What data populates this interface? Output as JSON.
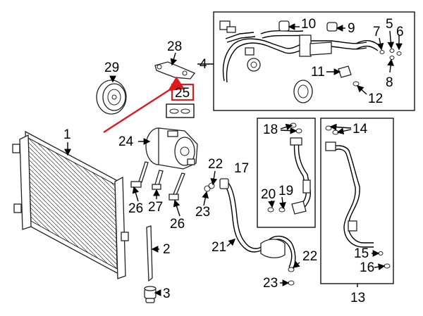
{
  "labels": {
    "l1": "1",
    "l2": "2",
    "l3": "3",
    "l4": "4",
    "l5": "5",
    "l6": "6",
    "l7": "7",
    "l8": "8",
    "l9": "9",
    "l10": "10",
    "l11": "11",
    "l12": "12",
    "l13": "13",
    "l14": "14",
    "l15": "15",
    "l16": "16",
    "l17": "17",
    "l18": "18",
    "l19": "19",
    "l20": "20",
    "l21": "21",
    "l22a": "22",
    "l22b": "22",
    "l23a": "23",
    "l23b": "23",
    "l24": "24",
    "l25": "25",
    "l26a": "26",
    "l26b": "26",
    "l27": "27",
    "l28": "28",
    "l29": "29"
  },
  "colors": {
    "highlight": "#e0191b",
    "line": "#000000"
  }
}
